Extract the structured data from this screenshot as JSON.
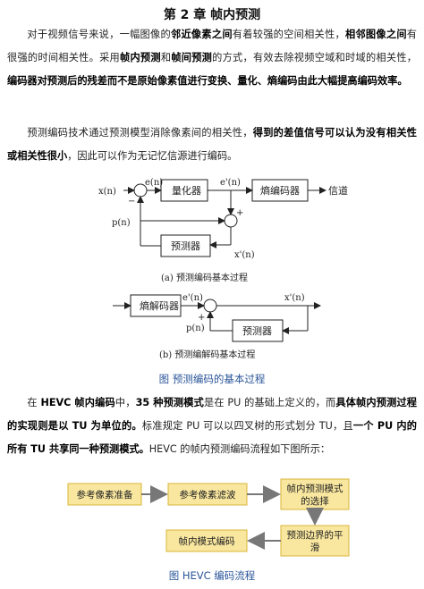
{
  "title": "第 2 章  帧内预测",
  "p1": {
    "t1": "对于视频信号来说，一幅图像的",
    "b1": "邻近像素之间",
    "t2": "有着较强的空间相关性，",
    "b2": "相邻图像之间",
    "t3": "有很强的时间相关性。采用",
    "b3": "帧内预测",
    "t4": "和",
    "b4": "帧间预测",
    "t5": "的方式，有效去除视频空域和时域的相关性，",
    "b5": "编码器对预测后的残差而不是原始像素值进行变换、量化、熵编码由此大幅提高编码效率。"
  },
  "p2": {
    "t1": "预测编码技术通过预测模型消除像素间的相关性，",
    "b1": "得到的差值信号可以认为没有相关性或相关性很小",
    "t2": "，因此可以作为无记忆信源进行编码。"
  },
  "diagram_a": {
    "xn": "x(n)",
    "en": "e(n)",
    "quantizer": "量化器",
    "e_prime": "e'(n)",
    "entropy_encoder": "熵编码器",
    "channel": "信道",
    "pn": "p(n)",
    "predictor": "预测器",
    "x_prime": "x'(n)",
    "minus": "−",
    "plus": "+",
    "caption": "(a)  预测编码基本过程"
  },
  "diagram_b": {
    "entropy_decoder": "熵解码器",
    "e_prime": "e'(n)",
    "x_prime": "x'(n)",
    "pn": "p(n)",
    "predictor": "预测器",
    "plus": "+",
    "caption": "(b)  预测编解码基本过程"
  },
  "fig1_caption": "图  预测编码的基本过程",
  "p3": {
    "t1": "在 ",
    "b1": "HEVC 帧内编码",
    "t2": "中，",
    "b2": "35 种预测模式",
    "t3": "是在 PU 的基础上定义的，而",
    "b3": "具体帧内预测过程的实现则是以 TU 为单位的。",
    "t4": "标准规定 PU 可以以四叉树的形式划分 TU，且",
    "b4": "一个 PU 内的所有 TU 共享同一种预测模式。",
    "t5": "HEVC 的帧内预测编码流程如下图所示："
  },
  "flow": {
    "step1": "参考像素准备",
    "step2": "参考像素滤波",
    "step3_line1": "帧内预测模式",
    "step3_line2": "的选择",
    "step4_line1": "预测边界的平",
    "step4_line2": "滑",
    "step5": "帧内模式编码"
  },
  "fig2_caption": "图  HEVC 编码流程",
  "colors": {
    "flow_box_fill": "#f9e79f",
    "flow_box_border": "#d9b53a",
    "flow_arrow": "#777777",
    "caption_color": "#2a5599"
  }
}
